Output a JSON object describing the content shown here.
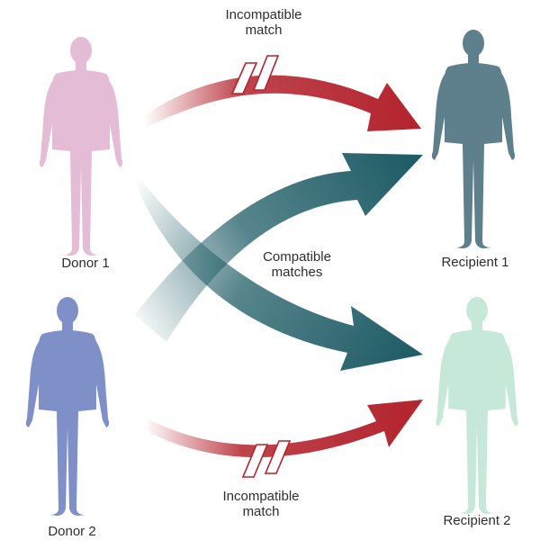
{
  "people": {
    "donor1": {
      "label": "Donor 1",
      "color": "#e4bcd6"
    },
    "donor2": {
      "label": "Donor 2",
      "color": "#7f8fc8"
    },
    "recipient1": {
      "label": "Recipient 1",
      "color": "#5e7f8c"
    },
    "recipient2": {
      "label": "Recipient 2",
      "color": "#c6e8d8"
    }
  },
  "arrows": {
    "incompatible_color": "#b3232d",
    "compatible_color": "#1f5c66"
  },
  "labels": {
    "incompatible_top": {
      "line1": "Incompatible",
      "line2": "match"
    },
    "compatible_center": {
      "line1": "Compatible",
      "line2": "matches"
    },
    "incompatible_bottom": {
      "line1": "Incompatible",
      "line2": "match"
    }
  }
}
